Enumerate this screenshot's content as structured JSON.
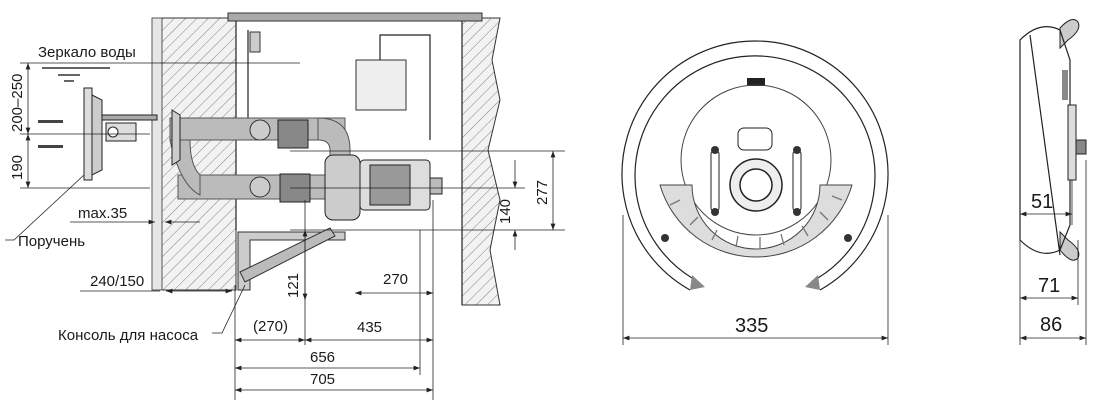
{
  "labels": {
    "water_level": "Зеркало воды",
    "handrail": "Поручень",
    "pump_bracket": "Консоль для насоса",
    "max_wall": "max.35",
    "wall_thickness": "240/150"
  },
  "dimensions": {
    "d200_250": "200–250",
    "d190": "190",
    "d277": "277",
    "d140": "140",
    "d121": "121",
    "d270": "270",
    "d270p": "(270)",
    "d435": "435",
    "d656": "656",
    "d705": "705",
    "d335": "335",
    "d51": "51",
    "d71": "71",
    "d86": "86"
  }
}
